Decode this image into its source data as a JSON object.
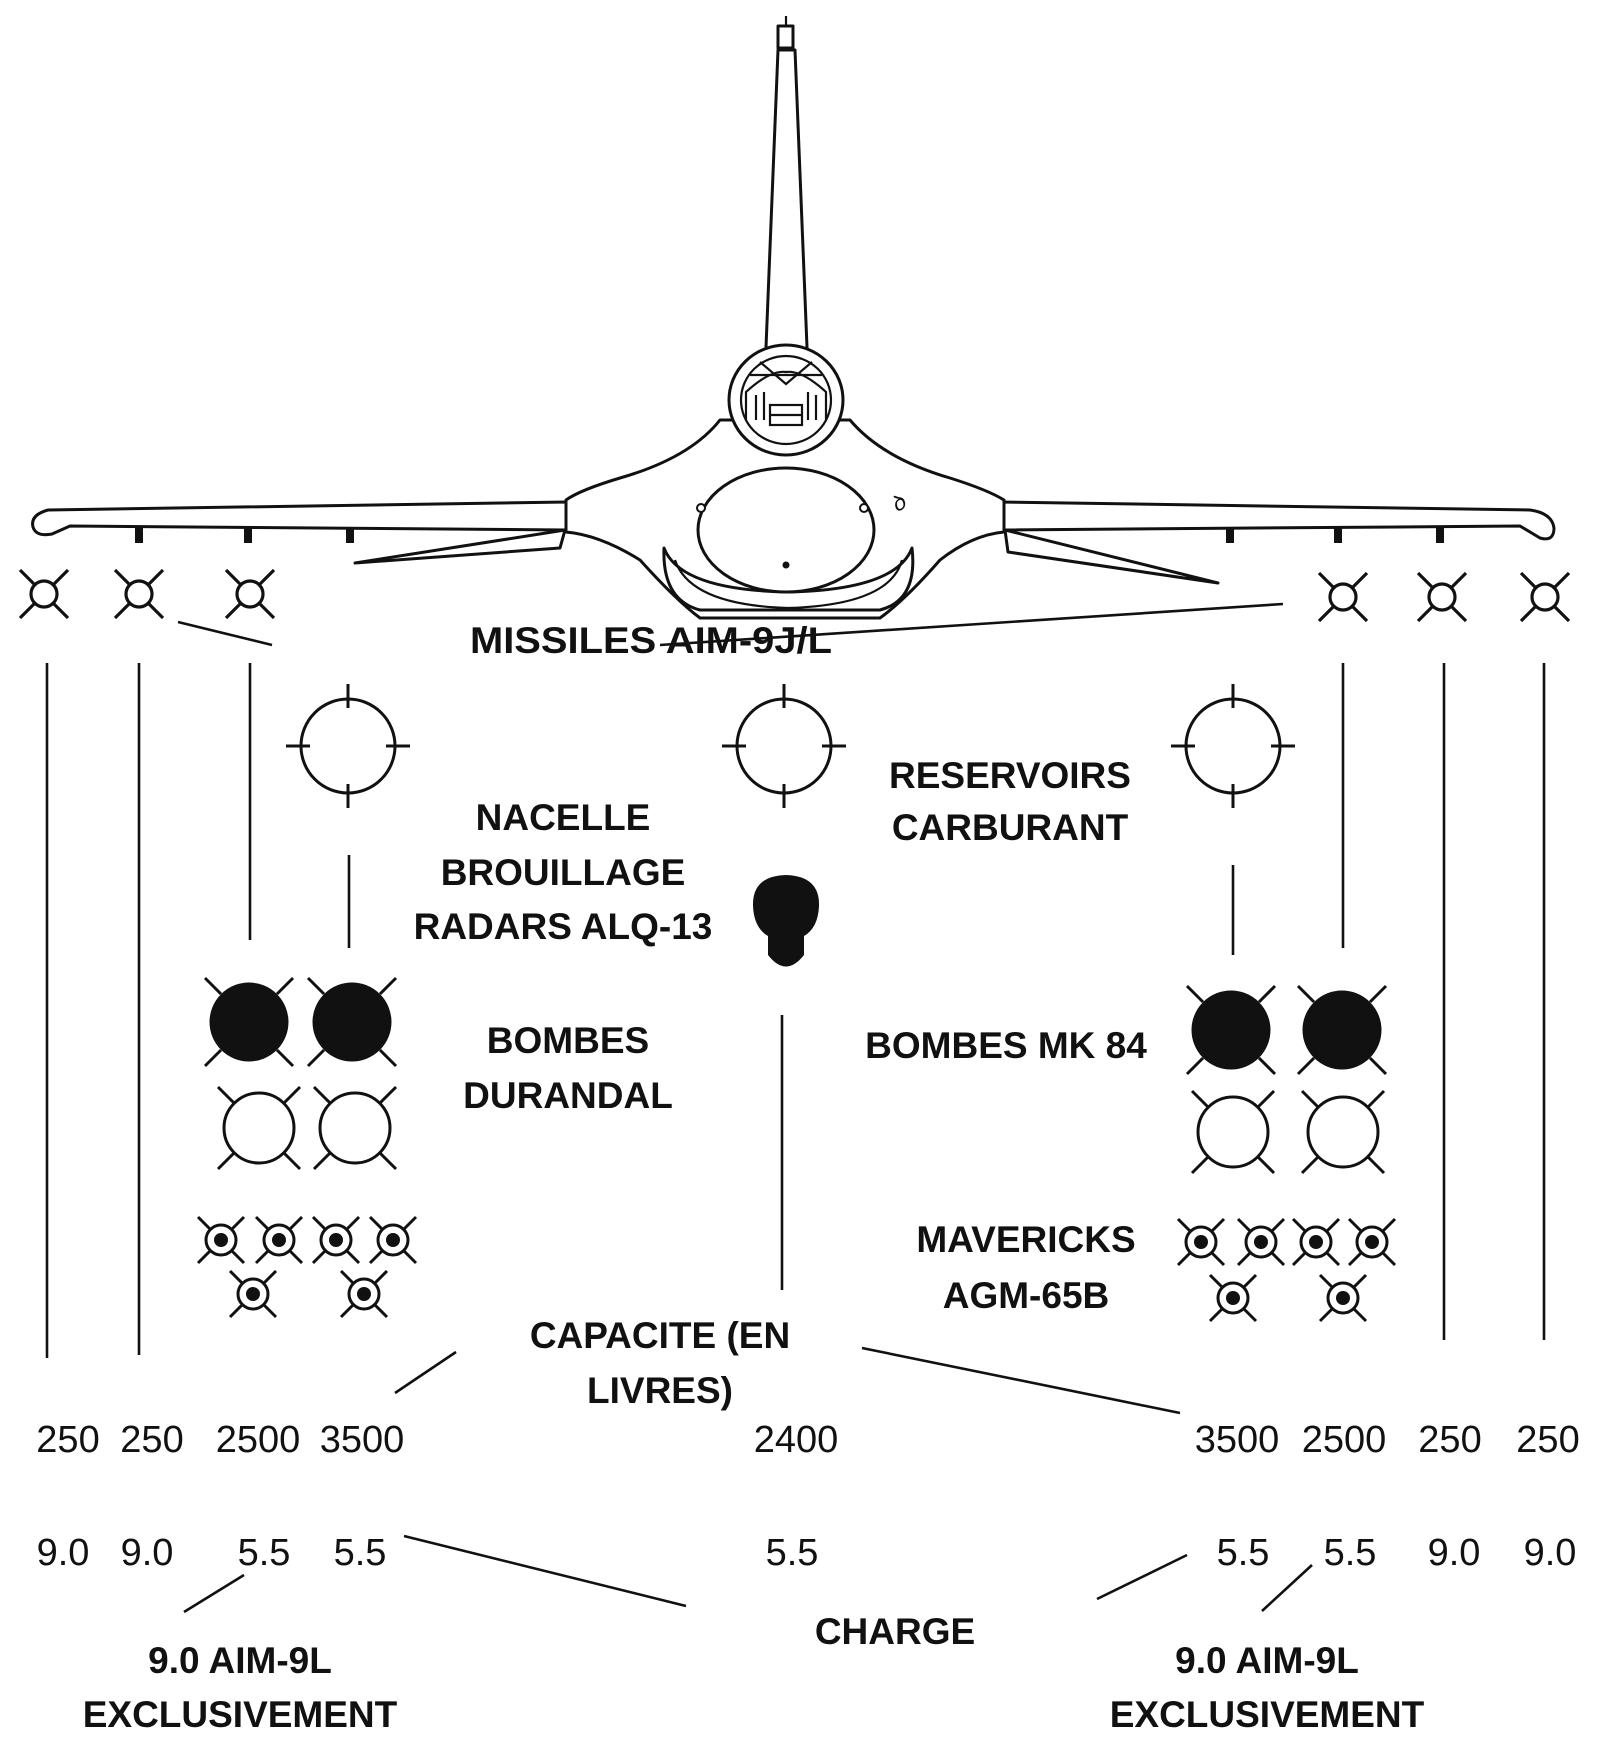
{
  "labels": {
    "missiles": "MISSILES AIM-9J/L",
    "reservoirs": [
      "RESERVOIRS",
      "CARBURANT"
    ],
    "nacelle": [
      "NACELLE",
      "BROUILLAGE",
      "RADARS ALQ-13"
    ],
    "bombes_durandal": [
      "BOMBES",
      "DURANDAL"
    ],
    "bombes_mk84": "BOMBES MK 84",
    "mavericks": [
      "MAVERICKS",
      "AGM-65B"
    ],
    "capacite": [
      "CAPACITE (EN",
      "LIVRES)"
    ],
    "charge": "CHARGE",
    "note_left": [
      "9.0 AIM-9L",
      "EXCLUSIVEMENT"
    ],
    "note_right": [
      "9.0 AIM-9L",
      "EXCLUSIVEMENT"
    ]
  },
  "stations": {
    "capacity": [
      "250",
      "250",
      "2500",
      "3500",
      "2400",
      "3500",
      "2500",
      "250",
      "250"
    ],
    "load": [
      "9.0",
      "9.0",
      "5.5",
      "5.5",
      "5.5",
      "5.5",
      "5.5",
      "9.0",
      "9.0"
    ]
  },
  "icons": {
    "missile": "aim9-missile-icon",
    "tank": "fuel-tank-icon",
    "pod": "jammer-pod-icon",
    "bomb_filled": "mk84-bomb-icon",
    "bomb_open": "durandal-bomb-icon",
    "maverick": "maverick-missile-icon"
  },
  "colors": {
    "ink": "#111111",
    "paper": "#ffffff"
  }
}
